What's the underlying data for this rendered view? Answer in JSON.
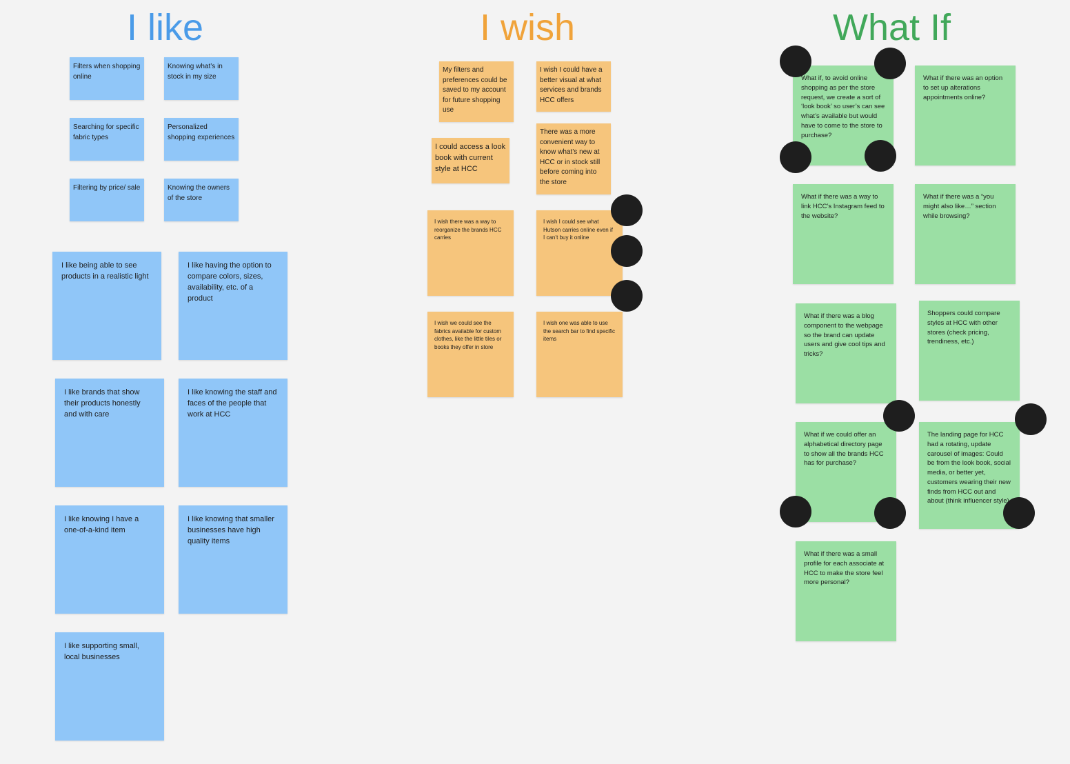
{
  "colors": {
    "background": "#f3f3f3",
    "i_like": "#4a9be8",
    "i_wish": "#f0a33a",
    "what_if": "#41a85a",
    "sticky_blue": "#90c6f8",
    "sticky_orange": "#f6c57c",
    "sticky_green": "#9bdfa4",
    "vote_dot": "#1e1e1e"
  },
  "columns": {
    "i_like": {
      "title": "I like",
      "notes": [
        "Filters when shopping online",
        "Knowing what’s in stock in my size",
        "Searching for specific fabric types",
        "Personalized shopping experiences",
        "Filtering by price/ sale",
        "Knowing the owners of the store",
        "I like being able to see products in a realistic light",
        "I like having the option to compare colors, sizes, availability, etc. of a product",
        "I like brands that show their products honestly and with care",
        "I like knowing the staff and faces of the people that work at HCC",
        "I like knowing I have a one-of-a-kind item",
        "I like knowing that smaller businesses have high quality items",
        "I like supporting small, local businesses"
      ]
    },
    "i_wish": {
      "title": "I wish",
      "notes": [
        "My filters and preferences could be saved to my account for future shopping use",
        "I wish I could have a better visual at what services and brands HCC offers",
        "I could access a look book with current style at HCC",
        "There was a more convenient way to know what’s new at HCC or in stock still before coming into the store",
        "I wish there was a way to reorganize the brands HCC carries",
        "I wish I could see what Hutson carries online even if I can’t buy it online",
        "I wish we could see the fabrics available for custom clothes, like the little tiles or books they offer in store",
        "I wish one was able to use the search bar to find specific items"
      ]
    },
    "what_if": {
      "title": "What If",
      "notes": [
        "What if, to avoid online shopping as per the store request, we create a sort of ‘look book’ so user’s can see what’s available but would have to come to the store to purchase?",
        "What if there was an option to set up alterations appointments online?",
        "What if there was a way to link HCC’s Instagram feed to the website?",
        "What if there was a “you might also like…” section while browsing?",
        "What if there was a blog component to the webpage so the brand can update users and give cool tips and tricks?",
        "Shoppers could compare styles at HCC with other stores (check pricing, trendiness, etc.)",
        "What if we could offer an alphabetical directory page to show all the brands HCC has for purchase?",
        "The landing page for HCC had a rotating, update carousel of images: Could be from the look book, social media, or better yet, customers wearing their new finds from HCC out and about (think influencer style)",
        "What if there was a small profile for each associate at HCC to make the store feel more personal?"
      ]
    }
  }
}
